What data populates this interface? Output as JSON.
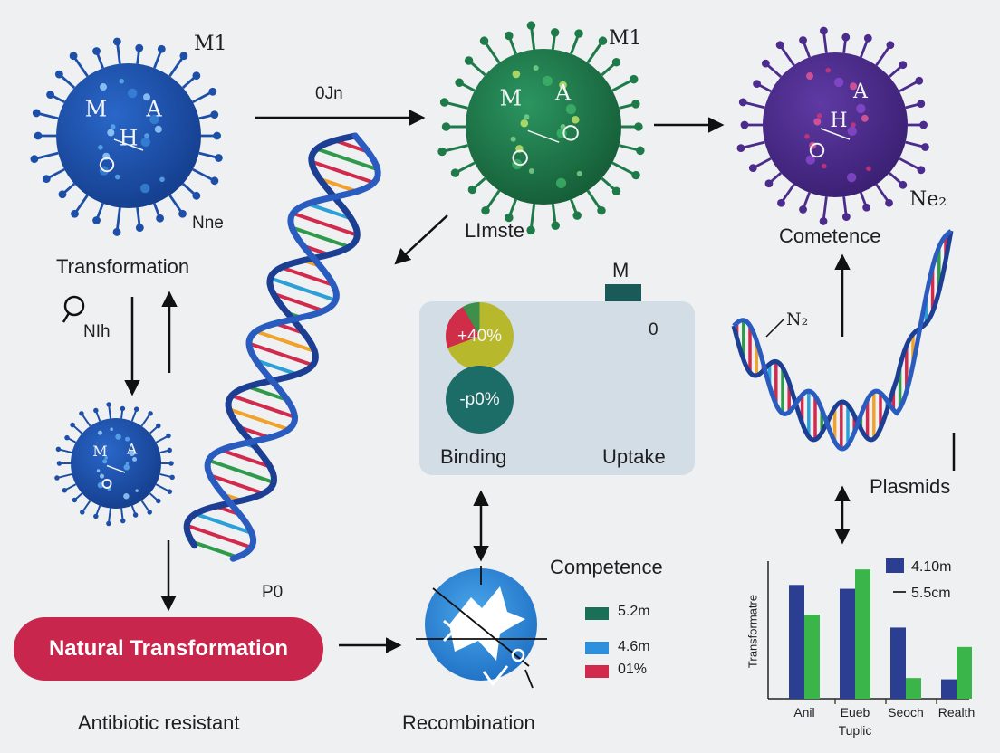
{
  "virus_top_left": {
    "corner_label": "M1",
    "bottom_label": "Nne",
    "inner_letters": [
      "M",
      "A",
      "H",
      "O"
    ],
    "caption": "Transformation"
  },
  "virus_top_middle": {
    "corner_label": "M1",
    "inner_letters": [
      "M",
      "A",
      "O",
      "O"
    ],
    "caption": "LImste"
  },
  "virus_top_right": {
    "inner_letters": [
      "A",
      "H",
      "O"
    ],
    "side_label": "Ne₂",
    "caption": "Cometence"
  },
  "virus_small": {
    "inner_letters": [
      "M",
      "A",
      "O"
    ]
  },
  "arrow_labels": {
    "top_arrow": "0Jn",
    "left_side": "NIh",
    "helix_bottom": "P0"
  },
  "center_panel": {
    "circle_top": "+40%",
    "circle_bottom": "-p0%",
    "bar_top_label": "M",
    "bar_side_label": "0",
    "binding_label": "Binding",
    "uptake_label": "Uptake"
  },
  "right_helix": {
    "label": "N₂",
    "caption": "Plasmids"
  },
  "natural_button": {
    "label": "Natural Transformation"
  },
  "bottom_left_caption": "Antibiotic resistant",
  "recombination_caption": "Recombination",
  "competence_legend": {
    "title": "Competence",
    "items": [
      {
        "label": "5.2m",
        "color": "#1b6f57"
      },
      {
        "label": "4.6m",
        "color": "#2e8fdc"
      },
      {
        "label": "01%",
        "color": "#d12a4c"
      }
    ]
  },
  "colors": {
    "blue_virus": "#1d4fa8",
    "green_virus": "#1f7a4a",
    "purple_virus": "#4b2b8c",
    "teal": "#1b6f5f",
    "crimson": "#c8264c",
    "bar_blue": "#2c3e91",
    "bar_green": "#3ab54a"
  },
  "chart_data": {
    "type": "bar",
    "categories": [
      "Anil",
      "Eueb Tuplic",
      "Seoch",
      "Realth"
    ],
    "category_lines": [
      [
        "Anil"
      ],
      [
        "Eueb",
        "Tuplic"
      ],
      [
        "Seoch"
      ],
      [
        "Realth"
      ]
    ],
    "ylabel": "Transformatre",
    "legend": [
      {
        "name": "4.10m",
        "marker": "square",
        "color": "#2c3e91"
      },
      {
        "name": "5.5cm",
        "marker": "line",
        "color": "#222222"
      }
    ],
    "series": [
      {
        "color": "#2c3e91",
        "values": [
          0.88,
          0.85,
          0.55,
          0.15
        ]
      },
      {
        "color": "#3ab54a",
        "values": [
          0.65,
          1.0,
          0.16,
          0.4
        ]
      }
    ],
    "ylim": [
      0,
      1.05
    ]
  }
}
